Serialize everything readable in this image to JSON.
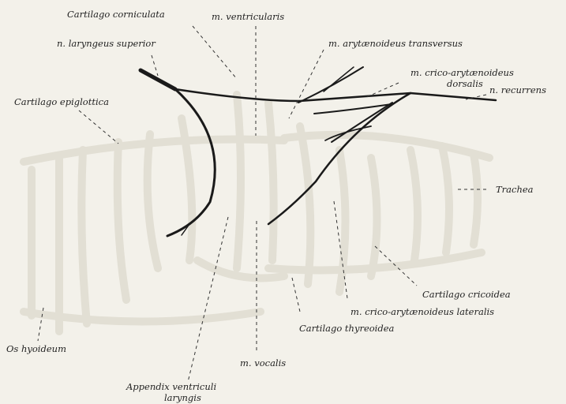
{
  "labels": {
    "cartilago_corniculata": "Cartilago corniculata",
    "m_ventricularis": "m. ventricularis",
    "n_laryngeus_superior": "n. laryngeus superior",
    "m_arytaenoideus_transversus": "m. arytænoideus transversus",
    "m_crico_arytaenoideus_dorsalis_1": "m. crico-arytænoideus",
    "m_crico_arytaenoideus_dorsalis_2": "dorsalis",
    "cartilago_epiglottica": "Cartilago epiglottica",
    "n_recurrens": "n. recurrens",
    "trachea": "Trachea",
    "cartilago_cricoidea": "Cartilago cricoidea",
    "m_crico_arytaenoideus_lateralis": "m. crico-arytænoideus lateralis",
    "cartilago_thyreoidea": "Cartilago thyreoidea",
    "os_hyoideum": "Os hyoideum",
    "m_vocalis": "m. vocalis",
    "appendix_ventriculi_1": "Appendix ventriculi",
    "appendix_ventriculi_2": "laryngis"
  }
}
